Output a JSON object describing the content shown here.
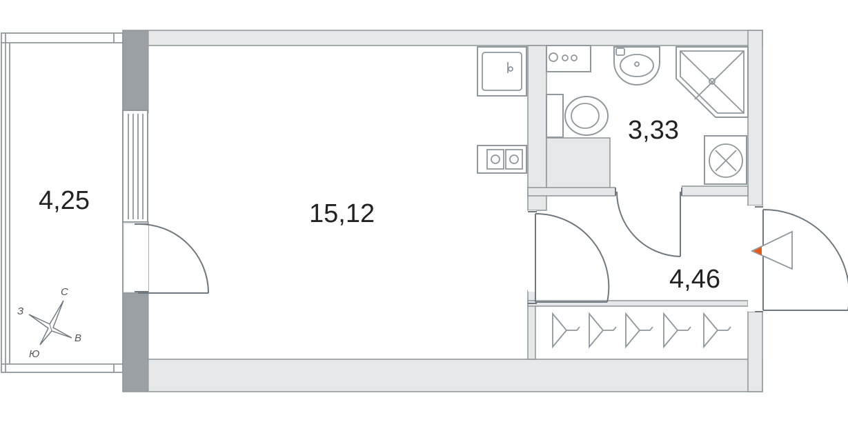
{
  "rooms": {
    "balcony": {
      "area": "4,25"
    },
    "living": {
      "area": "15,12"
    },
    "bathroom": {
      "area": "3,33"
    },
    "hallway": {
      "area": "4,46"
    }
  },
  "compass": {
    "north": "С",
    "south": "Ю",
    "west": "З",
    "east": "В"
  },
  "colors": {
    "wall_fill": "#e6e8e9",
    "wall_stroke": "#8c9499",
    "fixture_stroke": "#8f989d",
    "entrance_marker": "#e35a1c"
  },
  "icons": {
    "entrance": "entrance-arrow-icon",
    "compass": "compass-rose-icon"
  }
}
